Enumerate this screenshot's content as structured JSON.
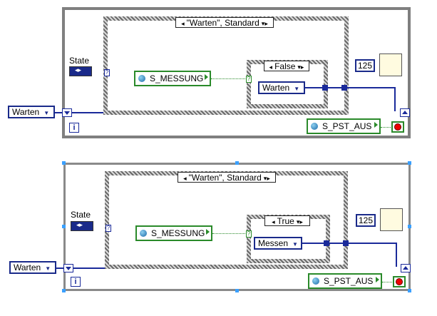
{
  "top": {
    "case_selector": "\"Warten\", Standard",
    "inner_case_selector": "False",
    "state_label": "State",
    "enum_left": "Warten",
    "enum_inner": "Warten",
    "global_in": "S_MESSUNG",
    "global_out": "S_PST_AUS",
    "wait_value": "125",
    "iteration": "i"
  },
  "bottom": {
    "case_selector": "\"Warten\", Standard",
    "inner_case_selector": "True",
    "state_label": "State",
    "enum_left": "Warten",
    "enum_inner": "Messen",
    "global_in": "S_MESSUNG",
    "global_out": "S_PST_AUS",
    "wait_value": "125",
    "iteration": "i"
  },
  "colors": {
    "wire_enum": "#1a2a9a",
    "global_border": "#2a8a2a",
    "stop_red": "#e00000"
  }
}
